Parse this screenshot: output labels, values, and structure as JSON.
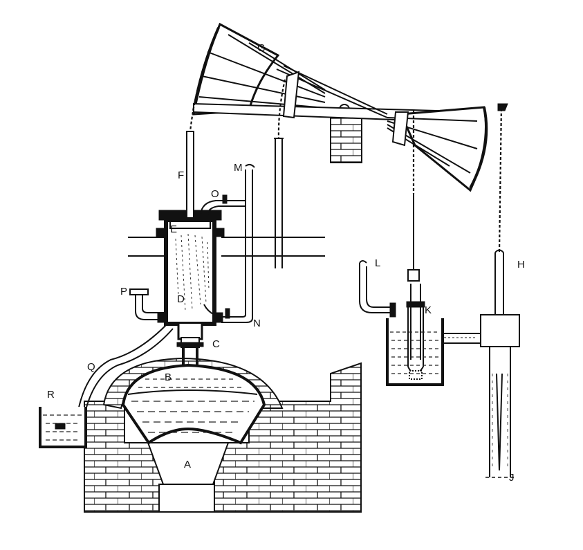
{
  "labels": {
    "A": "A",
    "B": "B",
    "C": "C",
    "D": "D",
    "E": "E",
    "F": "F",
    "G": "G",
    "H": "H",
    "J": "J",
    "K": "K",
    "L": "L",
    "M": "M",
    "N": "N",
    "O": "O",
    "P": "P",
    "Q": "Q",
    "R": "R"
  }
}
